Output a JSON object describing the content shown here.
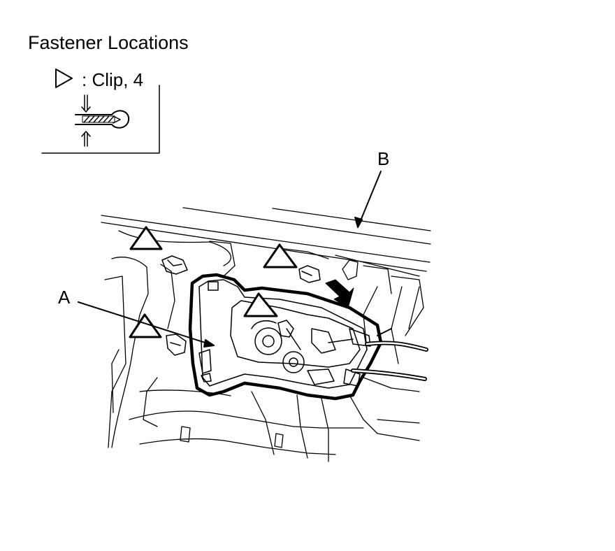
{
  "title": "Fastener Locations",
  "legend": {
    "symbol": "triangle-outline-icon",
    "text": ": Clip, 4"
  },
  "callouts": {
    "a": "A",
    "b": "B"
  },
  "colors": {
    "ink": "#000000",
    "paper": "#ffffff"
  }
}
